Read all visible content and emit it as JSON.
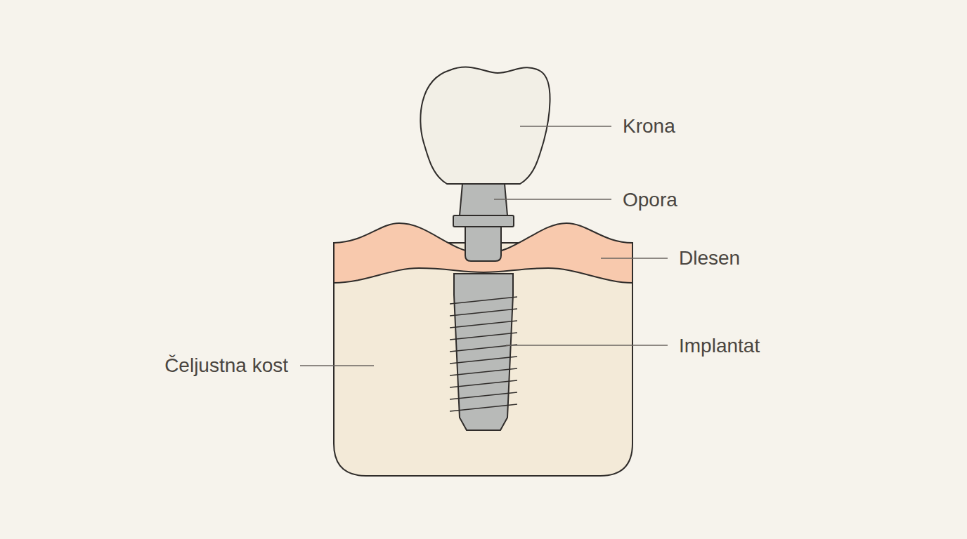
{
  "diagram": {
    "labels": [
      "Krona",
      "Opora",
      "Dlesen",
      "Implantat",
      "Čeljustna kost"
    ]
  }
}
